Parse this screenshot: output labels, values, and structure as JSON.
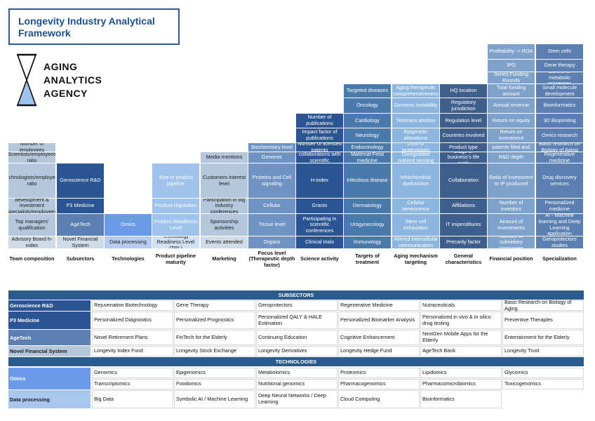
{
  "title": [
    "Longevity Industry Analytical",
    "Framework"
  ],
  "logo": [
    "AGING",
    "ANALYTICS",
    "AGENCY"
  ],
  "columns": [
    {
      "header": "Team composition",
      "cells": [
        {
          "text": "Advisory Board h-index",
          "color": "#d0dbe8"
        },
        {
          "text": "Top managers' qualification",
          "color": "#b5c7dc"
        },
        {
          "text": "Business development & investment specialists/employees ratio",
          "color": "#b5c7dc"
        },
        {
          "text": "Technologists/employees ratio",
          "color": "#b5c7dc"
        },
        {
          "text": "Scientists/employees ratio",
          "color": "#b5c7dc"
        },
        {
          "text": "Number of employees",
          "color": "#b5c7dc"
        }
      ]
    },
    {
      "header": "Subsectors",
      "cells": [
        {
          "text": "Novel Financial System",
          "color": "#d0dbe8"
        },
        {
          "text": "AgeTech",
          "color": "#5a7fb0"
        },
        {
          "text": "P3 Medicine",
          "color": "#2b5592"
        },
        {
          "text": "Geroscience R&D",
          "color": "#2b5592"
        }
      ]
    },
    {
      "header": "Technologies",
      "cells": [
        {
          "text": "Data processing",
          "color": "#b5ccee"
        },
        {
          "text": "Omics",
          "color": "#6b9be6"
        }
      ]
    },
    {
      "header": "Product pipeline maturity",
      "cells": [
        {
          "text": "Technology Readiness Level (TRL)",
          "color": "#d0e1f5"
        },
        {
          "text": "Product Readiness Level",
          "color": "#9fc3ec"
        },
        {
          "text": "Product regulation",
          "color": "#9fc3ec"
        },
        {
          "text": "Size of product pipeline",
          "color": "#9fc3ec"
        }
      ]
    },
    {
      "header": "Marketing",
      "cells": [
        {
          "text": "Events attended",
          "color": "#d0dbe8"
        },
        {
          "text": "Sponsorship activities",
          "color": "#b5c7dc"
        },
        {
          "text": "Participation in big industry conferences",
          "color": "#b5c7dc"
        },
        {
          "text": "Customers interest level",
          "color": "#b5c7dc"
        },
        {
          "text": "Media mentions",
          "color": "#b5c7dc"
        }
      ]
    },
    {
      "header": "Focus level (Therapeutic depth factor)",
      "cells": [
        {
          "text": "Organs",
          "color": "#6f93c3"
        },
        {
          "text": "Tissue level",
          "color": "#6f93c3"
        },
        {
          "text": "Cellular",
          "color": "#6f93c3"
        },
        {
          "text": "Proteins and Cell signaling",
          "color": "#6f93c3"
        },
        {
          "text": "Genomic",
          "color": "#6f93c3"
        },
        {
          "text": "Biochemistry level",
          "color": "#6f93c3"
        }
      ]
    },
    {
      "header": "Science activity",
      "cells": [
        {
          "text": "Clinical trials",
          "color": "#2b5592"
        },
        {
          "text": "Participating in scientific conferences",
          "color": "#2b5592"
        },
        {
          "text": "Grants",
          "color": "#2b5592"
        },
        {
          "text": "H-index",
          "color": "#2b5592"
        },
        {
          "text": "Number of collaborations with scientific establishments",
          "color": "#2b5592"
        },
        {
          "text": "Number of licensed patents",
          "color": "#2b5592"
        },
        {
          "text": "Impact factor of publications",
          "color": "#2b5592"
        },
        {
          "text": "Number of publications",
          "color": "#2b5592"
        }
      ]
    },
    {
      "header": "Targets of treatment",
      "cells": [
        {
          "text": "Immunology",
          "color": "#4a79ab"
        },
        {
          "text": "Urogynecology",
          "color": "#4a79ab"
        },
        {
          "text": "Dermatology",
          "color": "#4a79ab"
        },
        {
          "text": "Infectious disease",
          "color": "#4a79ab"
        },
        {
          "text": "Maternal-Fetal medicine",
          "color": "#4a79ab"
        },
        {
          "text": "Endocrinology",
          "color": "#4a79ab"
        },
        {
          "text": "Neurology",
          "color": "#4a79ab"
        },
        {
          "text": "Cardiology",
          "color": "#4a79ab"
        },
        {
          "text": "Oncology",
          "color": "#4a79ab"
        },
        {
          "text": "Targeted diseases",
          "color": "#4a79ab"
        }
      ]
    },
    {
      "header": "Aging mechanism targeting",
      "cells": [
        {
          "text": "Altered intercellular communication",
          "color": "#8cb6e0"
        },
        {
          "text": "Stem cell exhaustion",
          "color": "#8cb6e0"
        },
        {
          "text": "Cellular senescence",
          "color": "#8cb6e0"
        },
        {
          "text": "Mitochondrial dysfunction",
          "color": "#8cb6e0"
        },
        {
          "text": "Deregulated nutrient sensing",
          "color": "#8cb6e0"
        },
        {
          "text": "Loss of proteostasis",
          "color": "#8cb6e0"
        },
        {
          "text": "Epigenetic alterations",
          "color": "#8cb6e0"
        },
        {
          "text": "Telomere attrition",
          "color": "#8cb6e0"
        },
        {
          "text": "Genomic instability",
          "color": "#8cb6e0"
        },
        {
          "text": "Aging therapeutic comprehensiveness",
          "color": "#8cb6e0"
        }
      ]
    },
    {
      "header": "General characteristics",
      "cells": [
        {
          "text": "Precarity factor",
          "color": "#3e5f8c"
        },
        {
          "text": "IT expenditures",
          "color": "#3e5f8c"
        },
        {
          "text": "Affiliations",
          "color": "#3e5f8c"
        },
        {
          "text": "Collaboration",
          "color": "#3e5f8c"
        },
        {
          "text": "Stage of business's life cycle",
          "color": "#3e5f8c"
        },
        {
          "text": "Product type",
          "color": "#3e5f8c"
        },
        {
          "text": "Countries involved",
          "color": "#3e5f8c"
        },
        {
          "text": "Regulation level",
          "color": "#3e5f8c"
        },
        {
          "text": "Regulatory jurisdiction",
          "color": "#3e5f8c"
        },
        {
          "text": "HQ location",
          "color": "#3e5f8c"
        }
      ]
    },
    {
      "header": "Financial position",
      "cells": [
        {
          "text": "Number of subsidiary companies",
          "color": "#7fa2cc"
        },
        {
          "text": "Amount of investments",
          "color": "#7fa2cc"
        },
        {
          "text": "Number of investors",
          "color": "#7fa2cc"
        },
        {
          "text": "Ratio of investment to IP produced",
          "color": "#7fa2cc"
        },
        {
          "text": "R&D depth",
          "color": "#7fa2cc"
        },
        {
          "text": "Ratio of funding to patents filed and grants",
          "color": "#7fa2cc"
        },
        {
          "text": "Return on investment",
          "color": "#7fa2cc"
        },
        {
          "text": "Return on equity",
          "color": "#7fa2cc"
        },
        {
          "text": "Annual revenue",
          "color": "#7fa2cc"
        },
        {
          "text": "Total funding amount",
          "color": "#7fa2cc"
        },
        {
          "text": "Series Funding Rounds",
          "color": "#7fa2cc"
        },
        {
          "text": "IPO",
          "color": "#7fa2cc"
        },
        {
          "text": "Profitability -> ROA",
          "color": "#7fa2cc"
        }
      ]
    },
    {
      "header": "Specialization",
      "cells": [
        {
          "text": "Geroprotectors studies",
          "color": "#5a7fb0"
        },
        {
          "text": "AI - Machine learning and Deep Learning application",
          "color": "#5a7fb0"
        },
        {
          "text": "Personalized medicine",
          "color": "#5a7fb0"
        },
        {
          "text": "Drug discovery services",
          "color": "#5a7fb0"
        },
        {
          "text": "Regenerative medicine",
          "color": "#5a7fb0"
        },
        {
          "text": "Basic research on Biology of Aging",
          "color": "#5a7fb0"
        },
        {
          "text": "Omics research",
          "color": "#5a7fb0"
        },
        {
          "text": "3D Bioprinting",
          "color": "#5a7fb0"
        },
        {
          "text": "Bioinformatics",
          "color": "#5a7fb0"
        },
        {
          "text": "Small molecule development",
          "color": "#5a7fb0"
        },
        {
          "text": "Control of metabolic processes",
          "color": "#5a7fb0"
        },
        {
          "text": "Gene therapy",
          "color": "#5a7fb0"
        },
        {
          "text": "Stem cells",
          "color": "#5a7fb0"
        }
      ]
    }
  ],
  "table": {
    "subsectors_title": "SUBSECTORS",
    "subsectors": [
      {
        "label": "Geroscience R&D",
        "color": "#2b5592",
        "items": [
          "Rejuvenation Biotechnology",
          "Gene Therapy",
          "Geroprotectors",
          "Regenerative Medicine",
          "Nutraceuticals",
          "Basic Research on Biology of Aging"
        ]
      },
      {
        "label": "P3 Medicine",
        "color": "#2b5592",
        "items": [
          "Personalized Diagnostics",
          "Personalized Prognostics",
          "Personalized QALY & HALE Estimation",
          "Personalized Biomarker Analysis",
          "Personalized in vivo & in silico drug testing",
          "Preventive Therapies"
        ]
      },
      {
        "label": "AgeTech",
        "color": "#5a7fb0",
        "items": [
          "Novel Retirement Plans",
          "FinTech for the Elderly",
          "Continuing Education",
          "Cognitive Enhancement",
          "NextGen Mobile Apps for the Elderly",
          "Entertainment for the Elderly"
        ]
      },
      {
        "label": "Novel Financial System",
        "color": "#b5c7dc",
        "items": [
          "Longevity Index Fund",
          "Longevity Stock Exchange",
          "Longevity Derivatives",
          "Longevity Hedge Fund",
          "AgeTech Bank",
          "Longevity Trust"
        ]
      }
    ],
    "technologies_title": "TECHNOLOGIES",
    "technologies": [
      {
        "label": "Omics",
        "color": "#6b9be6",
        "rows": [
          [
            "Genomics",
            "Epigenomics",
            "Metabolomics",
            "Proteomics",
            "Lipidomics",
            "Glycomics"
          ],
          [
            "Transcriptomics",
            "Foodomics",
            "Nutritional genomics",
            "Pharmacogenomics",
            "Pharmacomicrobiomics",
            "Toxicogenomics"
          ]
        ]
      },
      {
        "label": "Data processing",
        "color": "#a9c6ee",
        "rows": [
          [
            "Big Data",
            "Symbolic AI / Machine Learning",
            "Deep Neural Networks / Deep Learning",
            "Cloud Computing",
            "Bioinformatics"
          ]
        ]
      }
    ]
  }
}
